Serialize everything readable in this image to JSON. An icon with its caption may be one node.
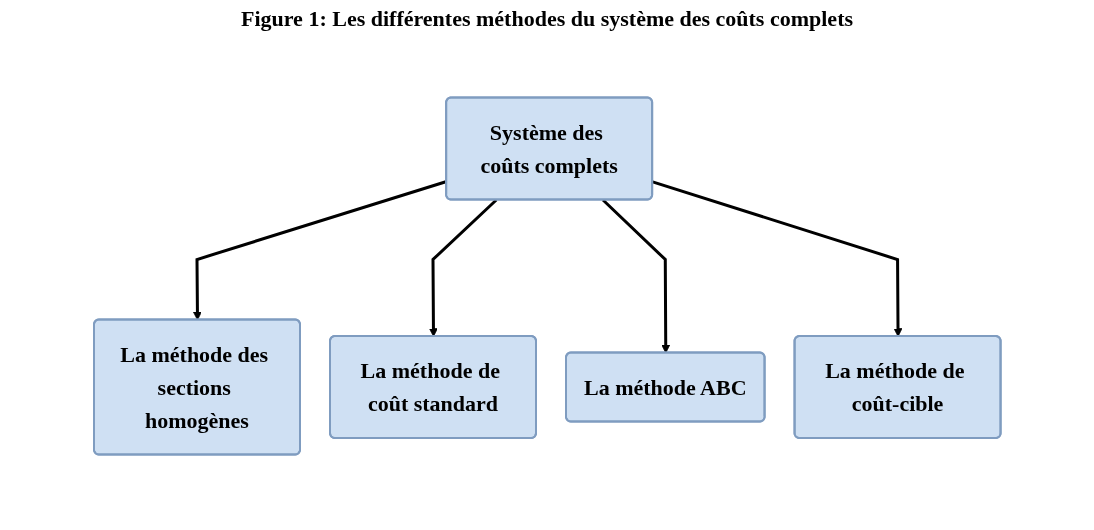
{
  "diagram": {
    "title": "Figure 1: Les différentes méthodes du système des coûts complets",
    "nodes": [
      {
        "text": [
          "Système des coûts complets"
        ]
      },
      {
        "text": [
          "La méthode des sections homogènes"
        ]
      },
      {
        "text": [
          "La méthode de coût standard"
        ]
      },
      {
        "text": [
          "La méthode ABC"
        ]
      },
      {
        "text": [
          "La méthode de coût-cible"
        ]
      }
    ],
    "edges": [
      {
        "from": 0,
        "to": 1,
        "arrow": "to"
      },
      {
        "from": 0,
        "to": 2,
        "arrow": "to"
      },
      {
        "from": 0,
        "to": 3,
        "arrow": "to"
      },
      {
        "from": 0,
        "to": 4,
        "arrow": "to"
      }
    ]
  }
}
